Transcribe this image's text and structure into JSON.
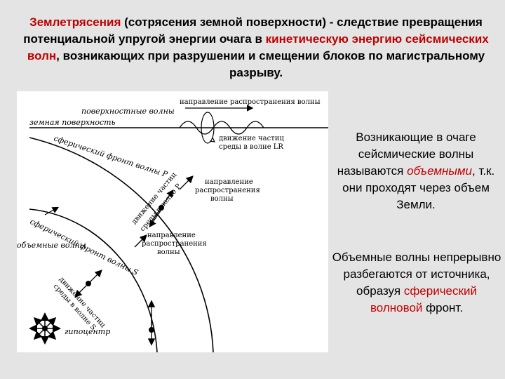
{
  "title": {
    "part1": "Землетрясения",
    "part2": " (сотрясения земной поверхности) - следствие превращения потенциальной упругой энергии очага в ",
    "part3": "кинетическую энергию сейсмических волн",
    "part4": ", возникающих при разрушении и смещении блоков по магистральному разрыву."
  },
  "text1": {
    "part1": "Возникающие в очаге сейсмические волны называются ",
    "highlight": "объемными",
    "part2": ", т.к. они проходят через объем Земли."
  },
  "text2": {
    "part1": "Объемные волны непрерывно разбегаются от источника, образуя ",
    "highlight": "сферический волновой",
    "part2": " фронт."
  },
  "diagram": {
    "surface_waves": "поверхностные волны",
    "ground_surface": "земная поверхность",
    "surface_direction": "направление распространения волны",
    "lr_motion_line1": "движение частиц",
    "lr_motion_line2": "среды в волне LR",
    "front_p": "сферический фронт волны P",
    "p_motion_line1": "движение частиц",
    "p_motion_line2": "среды в волне P",
    "p_direction_line1": "направление",
    "p_direction_line2": "распространения",
    "p_direction_line3": "волны",
    "front_s": "сферический фронт волны S",
    "body_waves": "объемные волны",
    "s_direction_line1": "направление",
    "s_direction_line2": "распространения",
    "s_direction_line3": "волны",
    "s_motion_line1": "движение частиц",
    "s_motion_line2": "среды в волне S",
    "hypocenter": "гипоцентр"
  }
}
